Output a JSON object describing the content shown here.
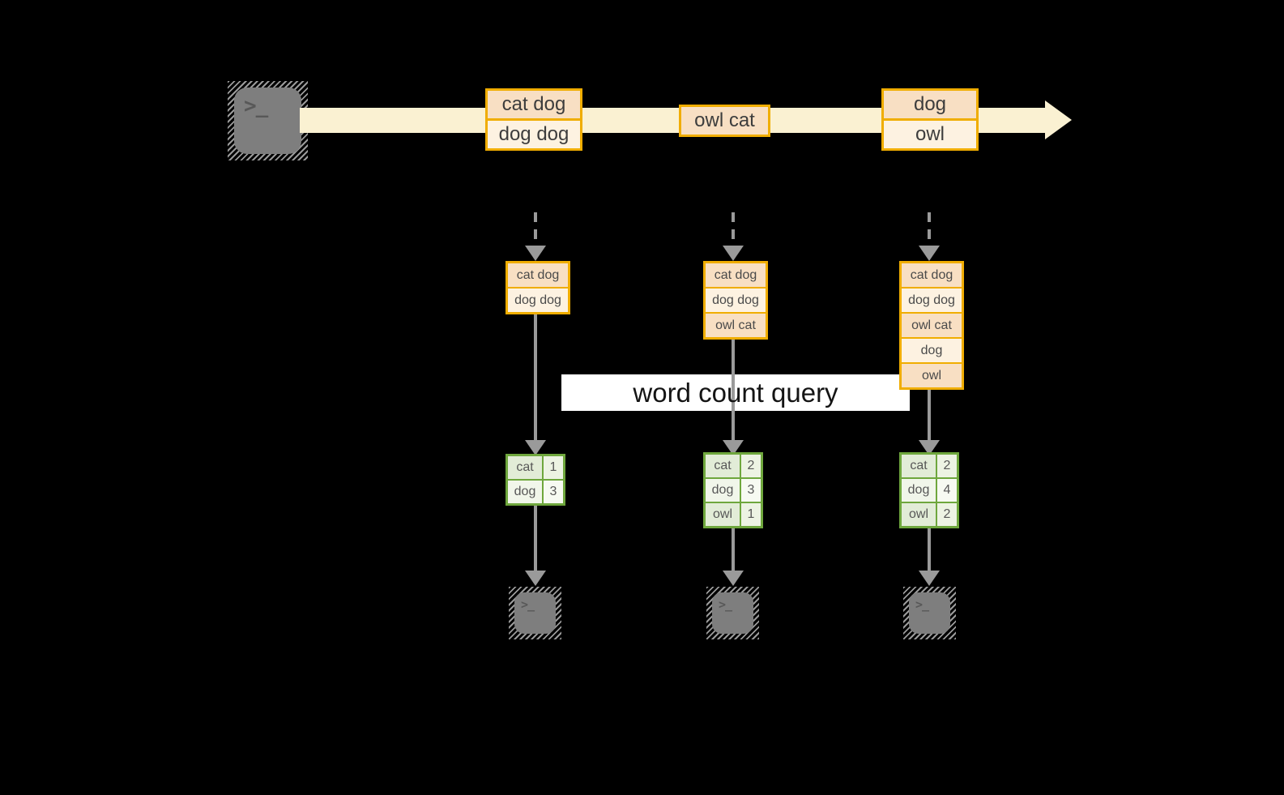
{
  "diagram": "spark-structured-streaming-word-count",
  "colors": {
    "background": "#000000",
    "stream_band": "#faf1d2",
    "event_border": "#f0ad00",
    "event_fill_dark": "#f8dfc3",
    "event_fill_light": "#fdf2e1",
    "result_border": "#6fa73d",
    "result_fill_dark": "#e2ecd7",
    "result_fill_light": "#f1f6ea",
    "arrow_gray": "#9a9a9a",
    "terminal_gray": "#7e7e7e",
    "banner_bg": "#ffffff"
  },
  "source_terminal": {
    "glyph": ">_"
  },
  "stream": {
    "events": [
      {
        "lines": [
          "cat dog",
          "dog dog"
        ]
      },
      {
        "lines": [
          "owl cat"
        ]
      },
      {
        "lines": [
          "dog",
          "owl"
        ]
      }
    ]
  },
  "query_label": "word count query",
  "micro_batches": [
    {
      "lines": [
        "cat dog",
        "dog dog"
      ]
    },
    {
      "lines": [
        "cat dog",
        "dog dog",
        "owl cat"
      ]
    },
    {
      "lines": [
        "cat dog",
        "dog dog",
        "owl cat",
        "dog",
        "owl"
      ]
    }
  ],
  "results": [
    {
      "rows": [
        [
          "cat",
          "1"
        ],
        [
          "dog",
          "3"
        ]
      ]
    },
    {
      "rows": [
        [
          "cat",
          "2"
        ],
        [
          "dog",
          "3"
        ],
        [
          "owl",
          "1"
        ]
      ]
    },
    {
      "rows": [
        [
          "cat",
          "2"
        ],
        [
          "dog",
          "4"
        ],
        [
          "owl",
          "2"
        ]
      ]
    }
  ],
  "sink_terminals": [
    {
      "glyph": ">_"
    },
    {
      "glyph": ">_"
    },
    {
      "glyph": ">_"
    }
  ]
}
